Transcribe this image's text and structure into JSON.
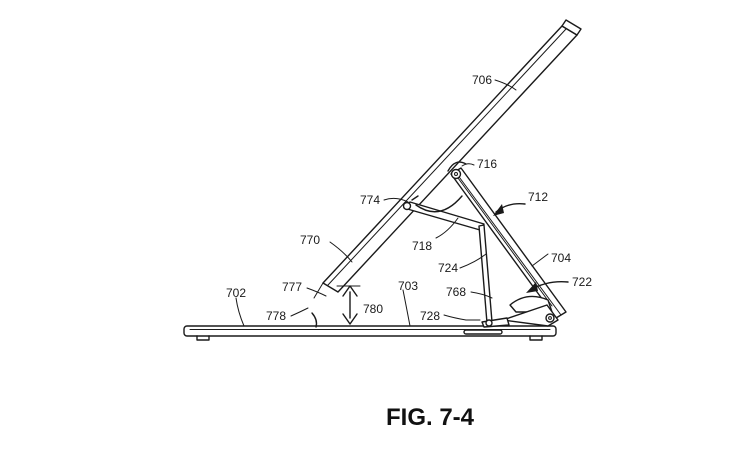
{
  "figure": {
    "title": "FIG. 7-4"
  },
  "labels": {
    "l706": "706",
    "l716": "716",
    "l712": "712",
    "l774": "774",
    "l718": "718",
    "l770": "770",
    "l704": "704",
    "l724": "724",
    "l722": "722",
    "l777": "777",
    "l768": "768",
    "l702": "702",
    "l703": "703",
    "l780": "780",
    "l778": "778",
    "l728": "728"
  }
}
